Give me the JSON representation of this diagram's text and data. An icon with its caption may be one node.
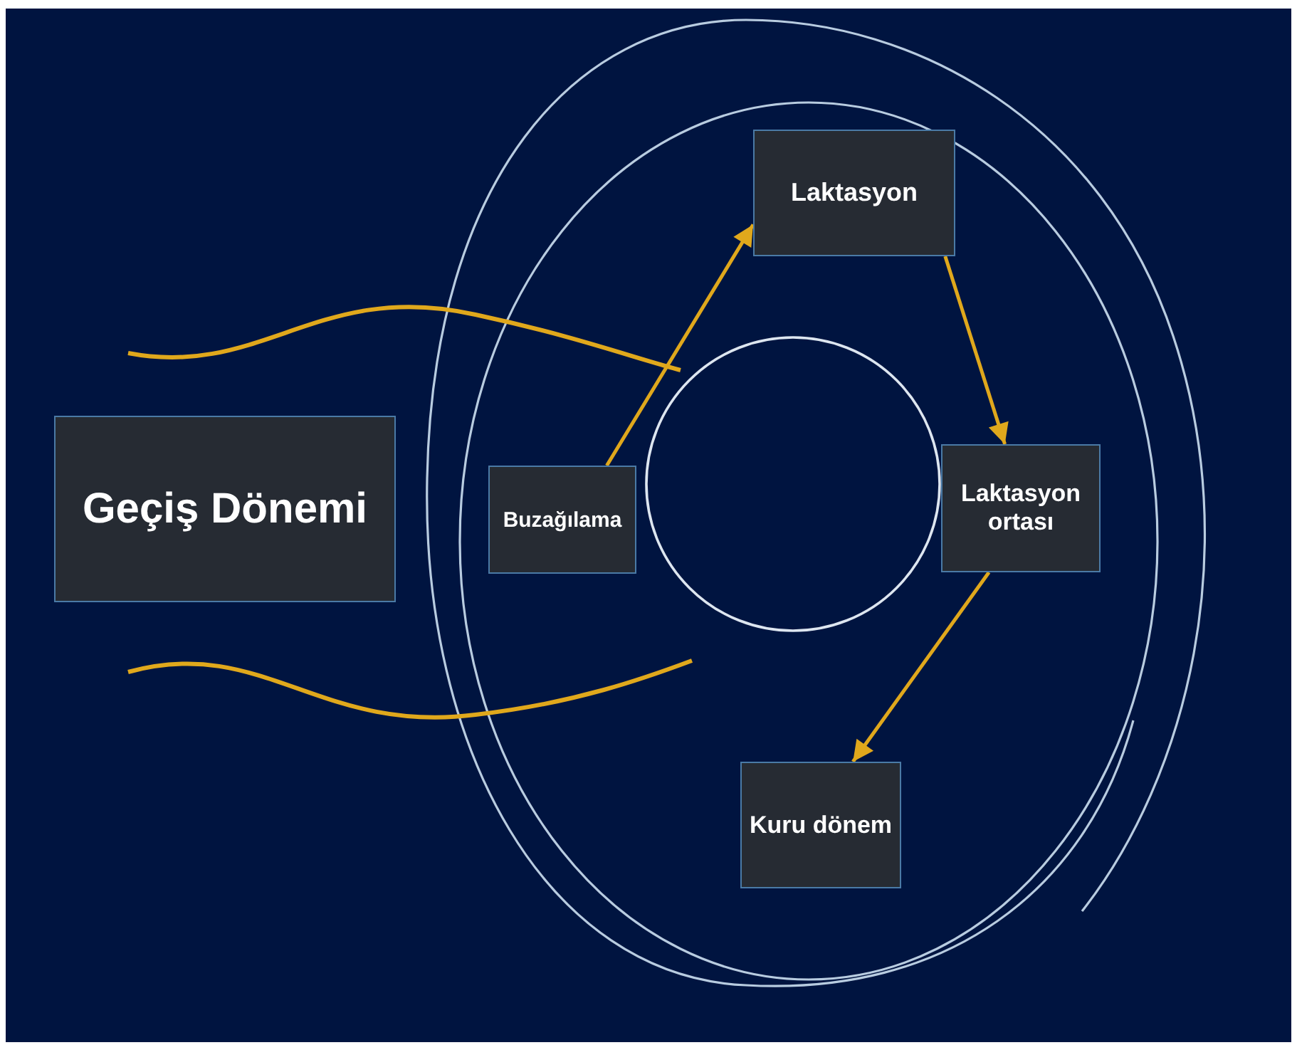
{
  "diagram": {
    "nodes": [
      {
        "text": [
          "Geçiş Dönemi"
        ]
      },
      {
        "text": [
          "Buzağılama"
        ]
      },
      {
        "text": [
          "Laktasyon"
        ]
      },
      {
        "text": [
          "Laktasyon ortası"
        ]
      },
      {
        "text": [
          "Kuru dönem"
        ]
      }
    ],
    "edges": [
      {
        "from": 1,
        "to": 2,
        "arrow": "to",
        "color": "#e0a81c"
      },
      {
        "from": 2,
        "to": 3,
        "arrow": "to",
        "color": "#e0a81c"
      },
      {
        "from": 3,
        "to": 4,
        "arrow": "to",
        "color": "#e0a81c"
      }
    ]
  }
}
